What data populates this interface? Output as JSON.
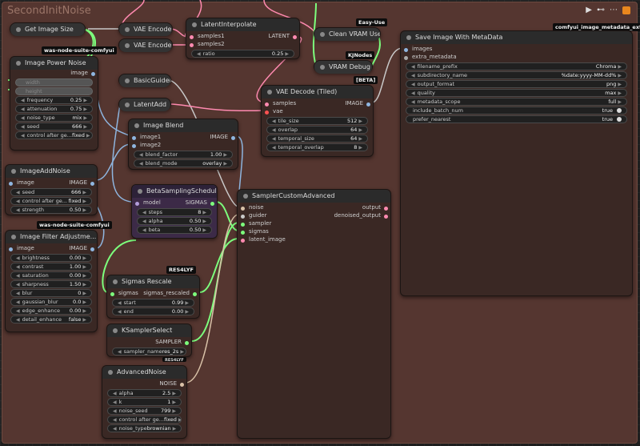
{
  "group": {
    "title": "SecondInitNoise"
  },
  "tags": {
    "easy_use": "Easy-Use",
    "kjnodes": "KJNodes",
    "beta": "[BETA]",
    "was1": "was-node-suite-comfyui",
    "was2": "was-node-suite-comfyui",
    "res4lyf": "RES4LYF",
    "res4lyf2": "RES4LYF",
    "metadata_ext": "comfyui_image_metadata_exten..."
  },
  "nodes": {
    "get_image_size": {
      "title": "Get Image Size"
    },
    "vae_encode1": {
      "title": "VAE Encode"
    },
    "vae_encode2": {
      "title": "VAE Encode"
    },
    "basic_guider": {
      "title": "BasicGuider"
    },
    "latent_add": {
      "title": "LatentAdd"
    },
    "clean_vram": {
      "title": "Clean VRAM Used"
    },
    "vram_debug": {
      "title": "VRAM Debug"
    },
    "latent_interpolate": {
      "title": "LatentInterpolate",
      "in1": "samples1",
      "in2": "samples2",
      "out": "LATENT",
      "ratio_label": "ratio",
      "ratio": "0.25"
    },
    "image_power_noise": {
      "title": "Image Power Noise",
      "out": "image",
      "width": "width",
      "height": "height",
      "w": [
        {
          "k": "frequency",
          "v": "0.25"
        },
        {
          "k": "attenuation",
          "v": "0.75"
        },
        {
          "k": "noise_type",
          "v": "mix"
        },
        {
          "k": "seed",
          "v": "666"
        },
        {
          "k": "control after ge...",
          "v": "fixed"
        }
      ]
    },
    "image_add_noise": {
      "title": "ImageAddNoise",
      "in": "image",
      "out": "IMAGE",
      "w": [
        {
          "k": "seed",
          "v": "666"
        },
        {
          "k": "control after ge...",
          "v": "fixed"
        },
        {
          "k": "strength",
          "v": "0.50"
        }
      ]
    },
    "image_filter": {
      "title": "Image Filter Adjustme...",
      "in": "image",
      "out": "IMAGE",
      "w": [
        {
          "k": "brightness",
          "v": "0.00"
        },
        {
          "k": "contrast",
          "v": "1.00"
        },
        {
          "k": "saturation",
          "v": "0.00"
        },
        {
          "k": "sharpness",
          "v": "1.50"
        },
        {
          "k": "blur",
          "v": "0"
        },
        {
          "k": "gaussian_blur",
          "v": "0.0"
        },
        {
          "k": "edge_enhance",
          "v": "0.00"
        },
        {
          "k": "detail_enhance",
          "v": "false"
        }
      ]
    },
    "image_blend": {
      "title": "Image Blend",
      "in1": "image1",
      "in2": "image2",
      "out": "IMAGE",
      "w": [
        {
          "k": "blend_factor",
          "v": "1.00"
        },
        {
          "k": "blend_mode",
          "v": "overlay"
        }
      ]
    },
    "beta_sched": {
      "title": "BetaSamplingSchedul...",
      "in": "model",
      "out": "SIGMAS",
      "w": [
        {
          "k": "steps",
          "v": "8"
        },
        {
          "k": "alpha",
          "v": "0.50"
        },
        {
          "k": "beta",
          "v": "0.50"
        }
      ]
    },
    "vae_decode": {
      "title": "VAE Decode (Tiled)",
      "in1": "samples",
      "in2": "vae",
      "out": "IMAGE",
      "w": [
        {
          "k": "tile_size",
          "v": "512"
        },
        {
          "k": "overlap",
          "v": "64"
        },
        {
          "k": "temporal_size",
          "v": "64"
        },
        {
          "k": "temporal_overlap",
          "v": "8"
        }
      ]
    },
    "sampler_custom": {
      "title": "SamplerCustomAdvanced",
      "ins": [
        "noise",
        "guider",
        "sampler",
        "sigmas",
        "latent_image"
      ],
      "outs": [
        "output",
        "denoised_output"
      ]
    },
    "sigmas_rescale": {
      "title": "Sigmas Rescale",
      "in": "sigmas",
      "out": "sigmas_rescaled",
      "w": [
        {
          "k": "start",
          "v": "0.99"
        },
        {
          "k": "end",
          "v": "0.00"
        }
      ]
    },
    "ksampler_select": {
      "title": "KSamplerSelect",
      "out": "SAMPLER",
      "w": [
        {
          "k": "sampler_name",
          "v": "res_2s"
        }
      ]
    },
    "advanced_noise": {
      "title": "AdvancedNoise",
      "out": "NOISE",
      "w": [
        {
          "k": "alpha",
          "v": "2.5"
        },
        {
          "k": "k",
          "v": "1"
        },
        {
          "k": "noise_seed",
          "v": "799"
        },
        {
          "k": "control after ge...",
          "v": "fixed"
        },
        {
          "k": "noise_type",
          "v": "brownian"
        }
      ]
    },
    "save_image": {
      "title": "Save Image With MetaData",
      "in": "images",
      "in2": "extra_metadata",
      "w": [
        {
          "k": "filename_prefix",
          "v": "Chroma"
        },
        {
          "k": "subdirectory_name",
          "v": "%date:yyyy-MM-dd%"
        },
        {
          "k": "output_format",
          "v": "png"
        },
        {
          "k": "quality",
          "v": "max"
        },
        {
          "k": "metadata_scope",
          "v": "full"
        },
        {
          "k": "include_batch_num",
          "v": "true"
        },
        {
          "k": "prefer_nearest",
          "v": "true"
        }
      ]
    }
  },
  "colors": {
    "group_bg": "#553630",
    "link_green": "#7dff7d",
    "link_pink": "#ff8ab0",
    "link_blue": "#8fb6e0",
    "link_gray": "#c9c9c9",
    "link_tan": "#d9c2a8"
  }
}
